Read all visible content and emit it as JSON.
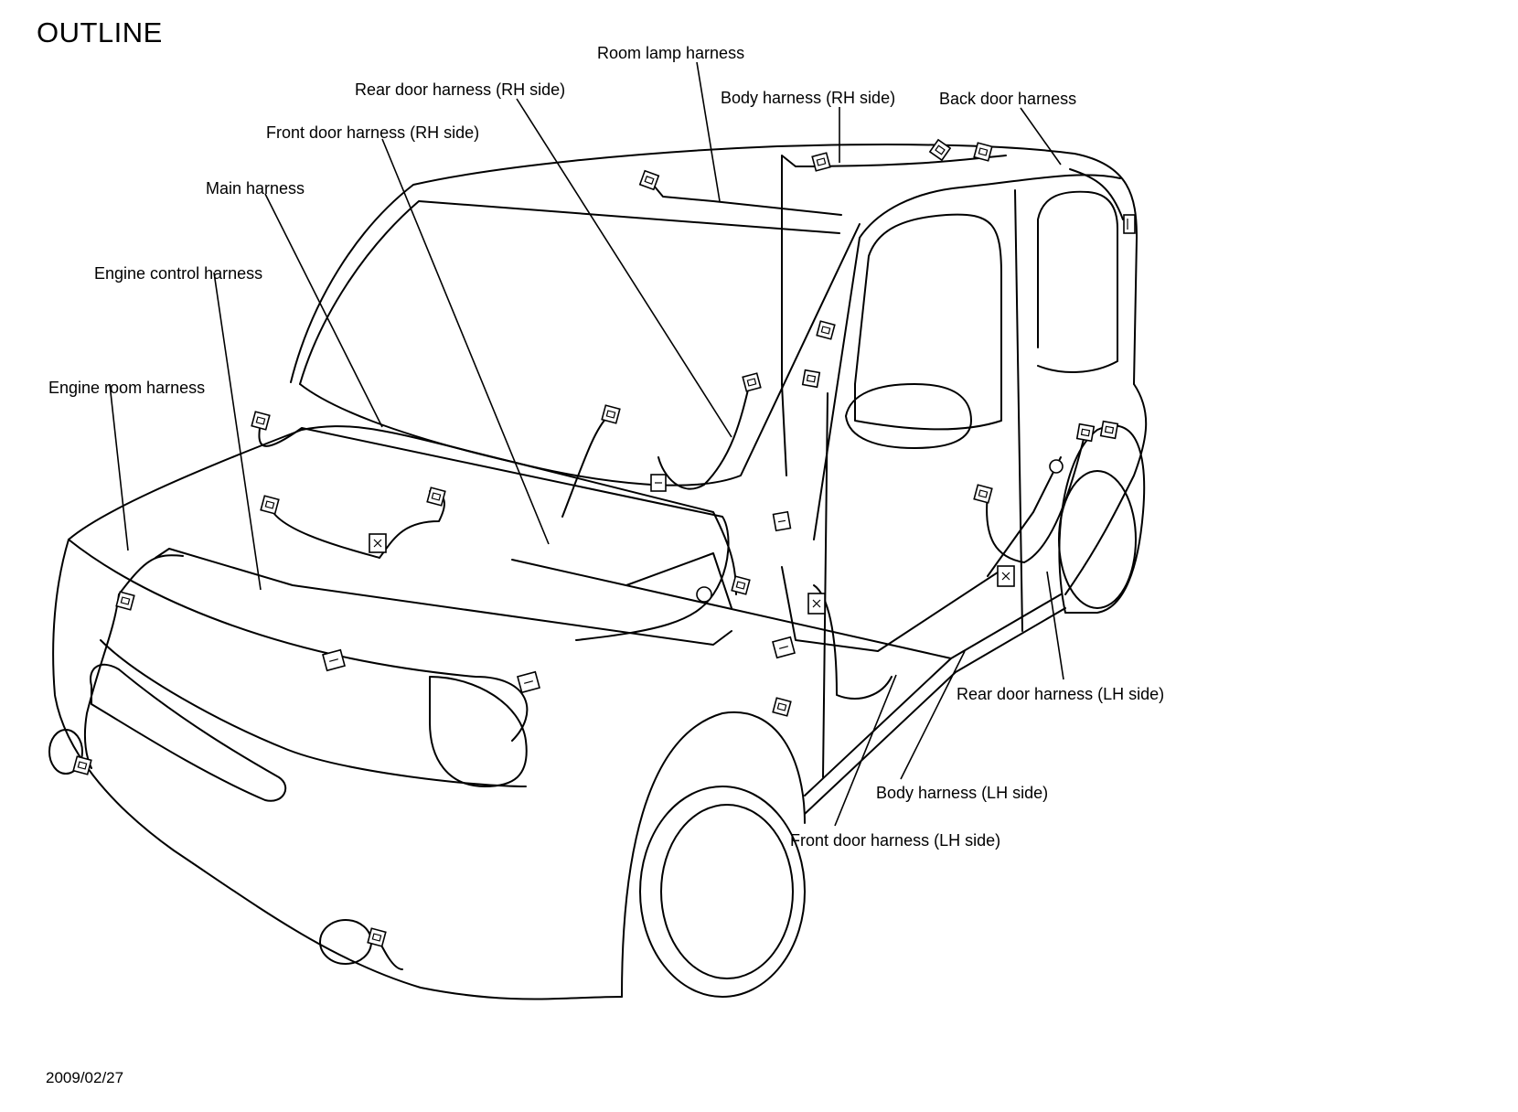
{
  "header": {
    "title": "OUTLINE"
  },
  "footer": {
    "date": "2009/02/27"
  },
  "labels": {
    "room_lamp": "Room lamp harness",
    "rear_door_rh": "Rear door harness (RH side)",
    "body_rh": "Body harness (RH side)",
    "back_door": "Back door harness",
    "front_door_rh": "Front door harness (RH side)",
    "main": "Main harness",
    "engine_control": "Engine control harness",
    "engine_room": "Engine room harness",
    "rear_door_lh": "Rear door harness (LH side)",
    "body_lh": "Body harness (LH side)",
    "front_door_lh": "Front door harness (LH side)"
  }
}
